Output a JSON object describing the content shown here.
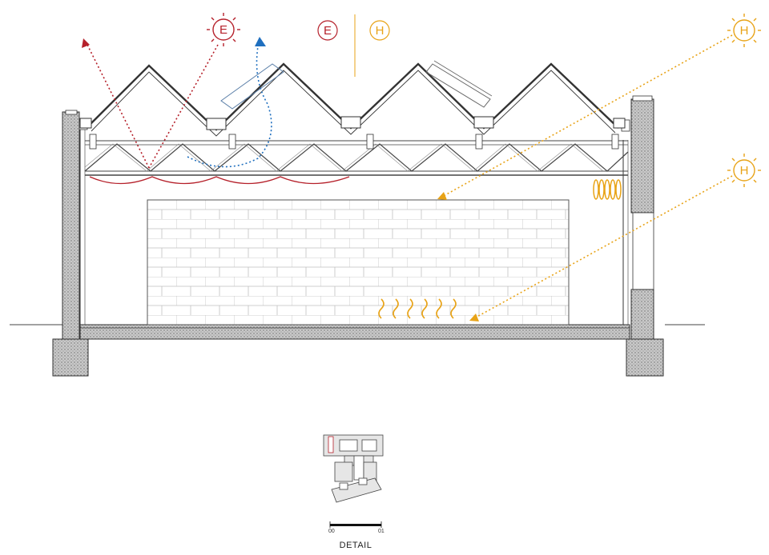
{
  "legend": {
    "energy_label": "E",
    "heat_label": "H"
  },
  "sun_symbols": {
    "red_sun_label": "E",
    "orange_sun_top_label": "H",
    "orange_sun_mid_label": "H"
  },
  "scale_bar": {
    "start_label": "00",
    "end_label": "01"
  },
  "detail_caption": "DETAIL",
  "colors": {
    "energy_red": "#b5202a",
    "heat_orange": "#e8a317",
    "airflow_blue": "#1f6fbf",
    "line_dark": "#333333",
    "hatch_gray": "#9a9a9a"
  },
  "icons": {
    "sun": "sun-icon",
    "arrow": "arrow-head-icon",
    "heat_wave": "heat-wave-icon"
  }
}
